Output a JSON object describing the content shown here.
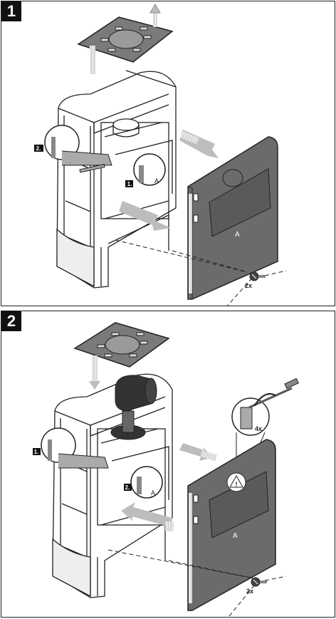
{
  "steps": [
    {
      "number": "1",
      "substep_labels": [
        "2.",
        "1."
      ],
      "part_label": "A",
      "screw_count": "2x"
    },
    {
      "number": "2",
      "substep_labels": [
        "1.",
        "2."
      ],
      "part_label": "A",
      "screw_count": "2x",
      "cut_count": "4x"
    }
  ],
  "colors": {
    "panel_fill": "#6b6b6b",
    "plate_fill": "#7a7a7a",
    "outline": "#222222",
    "arrow_fill": "#bdbdbd",
    "pipe_fill": "#333333"
  },
  "icons": [
    "arrow-up-icon",
    "arrow-down-icon",
    "arrow-right-icon",
    "screw-icon",
    "saw-icon",
    "warning-icon",
    "magnifier-callout-icon"
  ]
}
